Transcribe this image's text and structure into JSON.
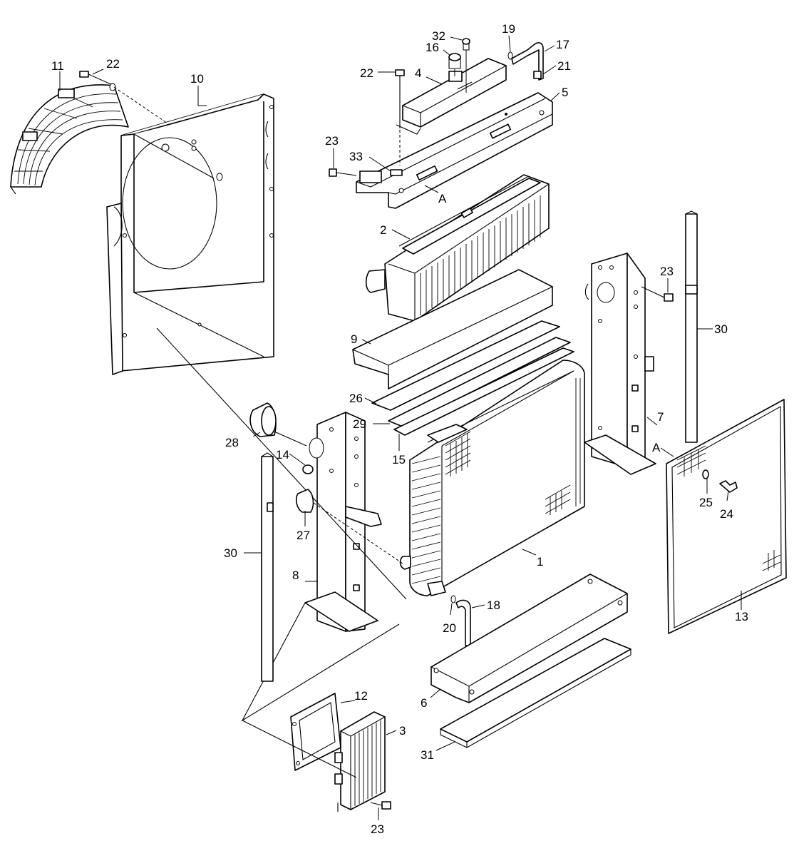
{
  "callouts": {
    "p1": "1",
    "p2": "2",
    "p3": "3",
    "p4": "4",
    "p5": "5",
    "p6": "6",
    "p7": "7",
    "p8": "8",
    "p9": "9",
    "p10": "10",
    "p11": "11",
    "p12": "12",
    "p13": "13",
    "p14": "14",
    "p15": "15",
    "p16": "16",
    "p17": "17",
    "p18": "18",
    "p19": "19",
    "p20": "20",
    "p21": "21",
    "p22a": "22",
    "p22b": "22",
    "p23a": "23",
    "p23b": "23",
    "p23c": "23",
    "p24": "24",
    "p25": "25",
    "p26": "26",
    "p27": "27",
    "p28": "28",
    "p29": "29",
    "p30a": "30",
    "p30b": "30",
    "p31": "31",
    "p32": "32",
    "p33": "33",
    "refA1": "A",
    "refA2": "A"
  }
}
